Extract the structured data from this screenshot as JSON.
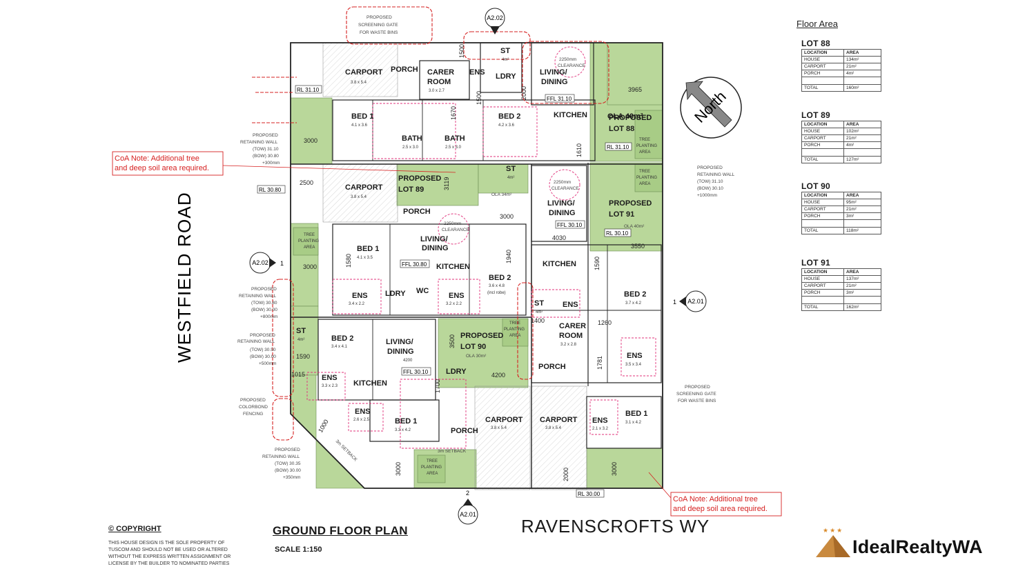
{
  "floor_area": {
    "title": "Floor Area",
    "lots": [
      {
        "name": "LOT 88",
        "header": [
          "LOCATION",
          "AREA"
        ],
        "rows": [
          [
            "HOUSE",
            "134m²"
          ],
          [
            "CARPORT",
            "21m²"
          ],
          [
            "PORCH",
            "4m²"
          ]
        ],
        "total": [
          "TOTAL",
          "160m²"
        ]
      },
      {
        "name": "LOT 89",
        "header": [
          "LOCATION",
          "AREA"
        ],
        "rows": [
          [
            "HOUSE",
            "102m²"
          ],
          [
            "CARPORT",
            "21m²"
          ],
          [
            "PORCH",
            "4m²"
          ]
        ],
        "total": [
          "TOTAL",
          "127m²"
        ]
      },
      {
        "name": "LOT 90",
        "header": [
          "LOCATION",
          "AREA"
        ],
        "rows": [
          [
            "HOUSE",
            "95m²"
          ],
          [
            "CARPORT",
            "21m²"
          ],
          [
            "PORCH",
            "3m²"
          ]
        ],
        "total": [
          "TOTAL",
          "118m²"
        ]
      },
      {
        "name": "LOT 91",
        "header": [
          "LOCATION",
          "AREA"
        ],
        "rows": [
          [
            "HOUSE",
            "137m²"
          ],
          [
            "CARPORT",
            "21m²"
          ],
          [
            "PORCH",
            "3m²"
          ]
        ],
        "total": [
          "TOTAL",
          "162m²"
        ]
      }
    ]
  },
  "roads": {
    "west": "WESTFIELD ROAD",
    "south": "RAVENSCROFTS WY"
  },
  "north_label": "North",
  "plan_title": "GROUND FLOOR PLAN",
  "scale": "SCALE 1:150",
  "copyright": {
    "heading": "© COPYRIGHT",
    "lines": [
      "THIS HOUSE DESIGN IS THE SOLE PROPERTY OF",
      "TUSCOM AND SHOULD NOT BE USED OR ALTERED",
      "WITHOUT THE EXPRESS WRITTEN ASSIGNMENT OR",
      "LICENSE BY THE BUILDER TO NOMINATED PARTIES"
    ]
  },
  "brand": "IdealRealtyWA",
  "coa_note": [
    "CoA Note: Additional tree",
    "and deep soil area required."
  ],
  "section_markers": {
    "top": "A2.02",
    "left": "A2.02",
    "right": "A2.01",
    "bottom": "A2.01",
    "one": "1",
    "two": "2"
  },
  "lots_labels": {
    "l88": [
      "PROPOSED",
      "LOT 88"
    ],
    "l89": [
      "PROPOSED",
      "LOT 89"
    ],
    "l90": [
      "PROPOSED",
      "LOT 90"
    ],
    "l91": [
      "PROPOSED",
      "LOT 91"
    ]
  },
  "rooms": {
    "carport": "CARPORT",
    "porch": "PORCH",
    "carer": "CARER",
    "room": "ROOM",
    "ens": "ENS",
    "st": "ST",
    "ldry": "LDRY",
    "living": "LIVING/",
    "dining": "DINING",
    "kitchen": "KITCHEN",
    "bed1": "BED 1",
    "bed2": "BED 2",
    "bath": "BATH",
    "wc": "WC",
    "tree": [
      "TREE",
      "PLANTING",
      "AREA"
    ],
    "clearance": [
      "2250mm",
      "CLEARANCE"
    ]
  },
  "room_sizes": {
    "carport": "3.8 x 5.4",
    "carer88": "3.0 x 2.7",
    "bed1_88": "4.1 x 3.6",
    "bed2_88": "4.2 x 3.6",
    "bath88a": "2.5 x 3.0",
    "bath88b": "2.5 x 3.0",
    "bed1_89": "4.1 x 3.5",
    "bed2_89": "3.6 x 4.8",
    "robe": "(incl robe)",
    "ens89a": "3.4 x 2.2",
    "ens89b": "3.2 x 2.2",
    "bed2_90": "3.4 x 4.1",
    "ens90a": "3.3 x 2.3",
    "ens90b": "2.6 x 2.5",
    "bed1_90": "3.3 x 4.2",
    "bed2_91": "3.7 x 4.2",
    "carer91": "3.2 x 2.8",
    "ens91a": "3.5 x 3.4",
    "ens91b": "2.1 x 3.2",
    "bed1_91": "3.1 x 4.2",
    "st": "4m²",
    "living90": "4200"
  },
  "levels": {
    "ffl88": "FFL 31.10",
    "ffl89": "FFL 30.80",
    "ffl90": "FFL 30.10",
    "ffl91": "FFL 30.10",
    "rl88": "RL 31.10",
    "rl89": "RL 30.80",
    "rl91": "RL 30.10",
    "rl_bottom": "RL 30.00",
    "rl_top": "RL 31.10"
  },
  "ola": {
    "l88": "OLA 40m²",
    "l89": "OLA 34m²",
    "l90": "OLA 30m²",
    "l91": "OLA 40m²"
  },
  "dims": [
    "1500",
    "1500",
    "1670",
    "2000",
    "3965",
    "3000",
    "1610",
    "2500",
    "3119",
    "3000",
    "1580",
    "1940",
    "1590",
    "3000",
    "4030",
    "3550",
    "1400",
    "1260",
    "1781",
    "1015",
    "1590",
    "3500",
    "4200",
    "1000",
    "3000",
    "2000",
    "3000",
    "1700"
  ],
  "annotations": {
    "gate_top": [
      "PROPOSED",
      "SCREENING GATE",
      "FOR WASTE BINS"
    ],
    "gate_right": [
      "PROPOSED",
      "SCREENING GATE",
      "FOR WASTE BINS"
    ],
    "wall_left1": [
      "PROPOSED",
      "RETAINING WALL",
      "(TOW) 31.10",
      "(BOW) 30.80",
      "+300mm"
    ],
    "wall_right": [
      "PROPOSED",
      "RETAINING WALL",
      "(TOW) 31.10",
      "(BOW) 30.10",
      "+1000mm"
    ],
    "wall_left2": [
      "PROPOSED",
      "RETAINING WALL",
      "(TOW) 30.80",
      "(BOW) 30.00",
      "+800mm"
    ],
    "wall_left3": [
      "PROPOSED",
      "RETAINING WALL",
      "(TOW) 30.50",
      "(BOW) 30.00",
      "+500mm"
    ],
    "colorbond": [
      "PROPOSED",
      "COLORBOND",
      "FENCING"
    ],
    "wall_left4": [
      "PROPOSED",
      "RETAINING WALL",
      "(TOW) 30.35",
      "(BOW) 30.00",
      "+350mm"
    ],
    "setback": "3m SETBACK",
    "setback_diag": "3m SETBACK"
  }
}
